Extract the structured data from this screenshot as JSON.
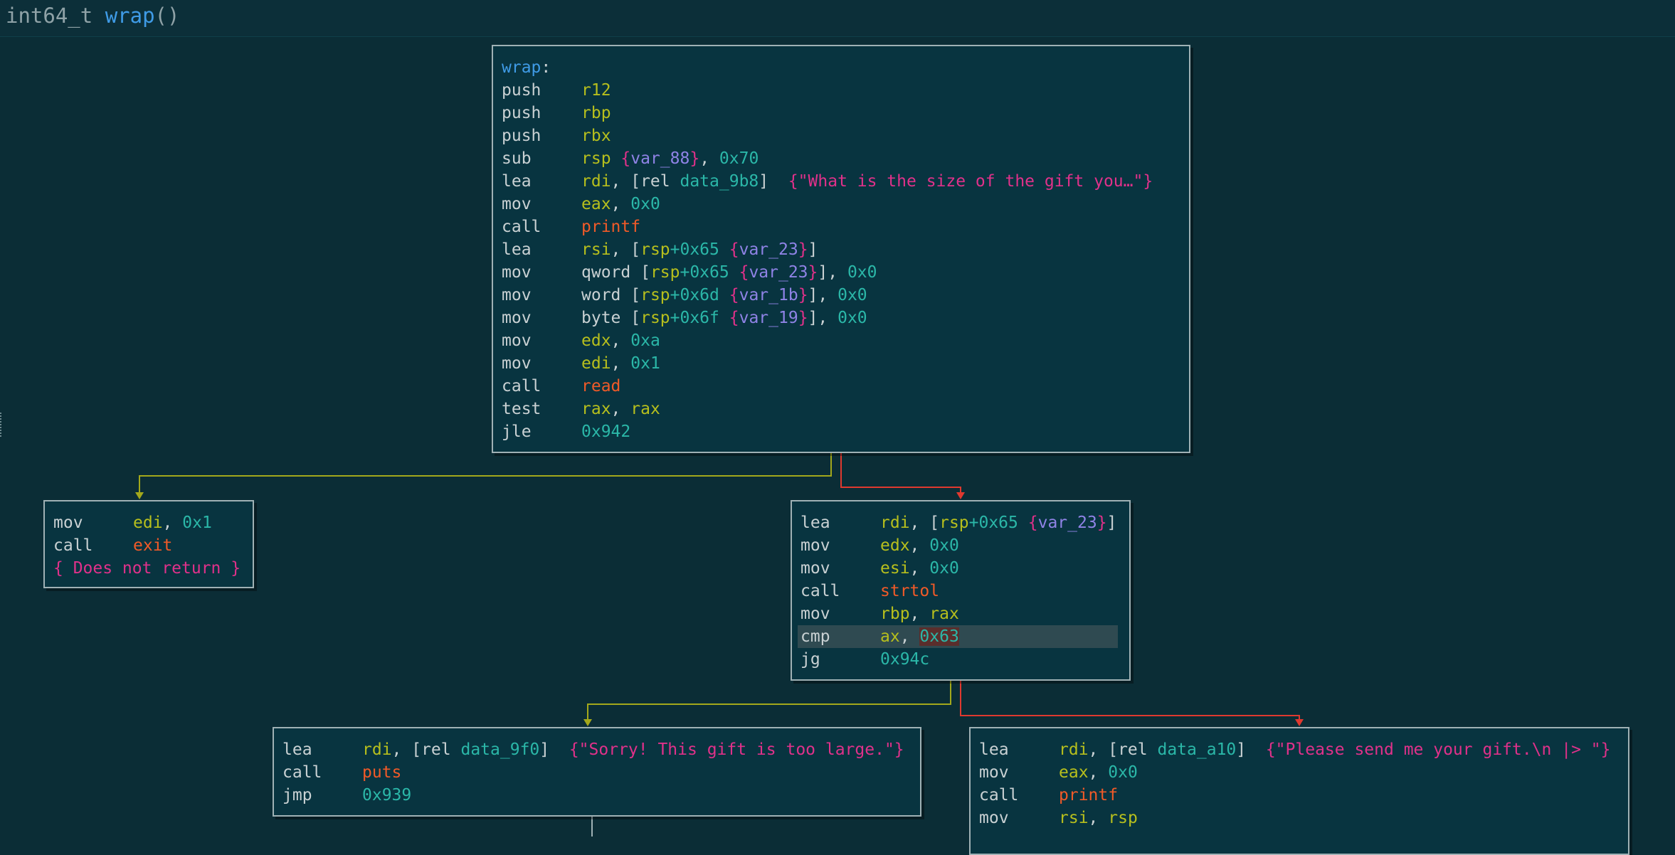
{
  "header": {
    "return_type": "int64_t",
    "function_name": "wrap",
    "parens": "()"
  },
  "blocks": {
    "entry": {
      "label": "wrap",
      "colon": ":",
      "lines": [
        {
          "mn": "push",
          "op1": "r12"
        },
        {
          "mn": "push",
          "op1": "rbp"
        },
        {
          "mn": "push",
          "op1": "rbx"
        },
        {
          "mn": "sub",
          "op1": "rsp",
          "sep": ", ",
          "imm": "0x70",
          "var": "var_88"
        },
        {
          "mn": "lea",
          "op1": "rdi",
          "mem_open": ", [rel ",
          "sym": "data_9b8",
          "mem_close": "]",
          "str": "{\"What is the size of the gift you…\"}"
        },
        {
          "mn": "mov",
          "op1": "eax",
          "sep": ", ",
          "imm": "0x0"
        },
        {
          "mn": "call",
          "fn": "printf"
        },
        {
          "mn": "lea",
          "op1": "rsi",
          "mem_open": ", [",
          "base": "rsp",
          "off": "+0x65",
          "var": "var_23",
          "mem_close": "]"
        },
        {
          "mn": "mov",
          "size": "qword [",
          "base": "rsp",
          "off": "+0x65",
          "var": "var_23",
          "mem_close": "], ",
          "imm": "0x0"
        },
        {
          "mn": "mov",
          "size": "word [",
          "base": "rsp",
          "off": "+0x6d",
          "var": "var_1b",
          "mem_close": "], ",
          "imm": "0x0"
        },
        {
          "mn": "mov",
          "size": "byte [",
          "base": "rsp",
          "off": "+0x6f",
          "var": "var_19",
          "mem_close": "], ",
          "imm": "0x0"
        },
        {
          "mn": "mov",
          "op1": "edx",
          "sep": ", ",
          "imm": "0xa"
        },
        {
          "mn": "mov",
          "op1": "edi",
          "sep": ", ",
          "imm": "0x1"
        },
        {
          "mn": "call",
          "fn": "read"
        },
        {
          "mn": "test",
          "op1": "rax",
          "sep": ", ",
          "op2": "rax"
        },
        {
          "mn": "jle",
          "imm": "0x942"
        }
      ]
    },
    "exit_block": {
      "lines": [
        {
          "mn": "mov",
          "op1": "edi",
          "sep": ", ",
          "imm": "0x1"
        },
        {
          "mn": "call",
          "fn": "exit"
        }
      ],
      "note": "{ Does not return }"
    },
    "strtol_block": {
      "lines": [
        {
          "mn": "lea",
          "op1": "rdi",
          "mem_open": ", [",
          "base": "rsp",
          "off": "+0x65",
          "var": "var_23",
          "mem_close": "]"
        },
        {
          "mn": "mov",
          "op1": "edx",
          "sep": ", ",
          "imm": "0x0"
        },
        {
          "mn": "mov",
          "op1": "esi",
          "sep": ", ",
          "imm": "0x0"
        },
        {
          "mn": "call",
          "fn": "strtol"
        },
        {
          "mn": "mov",
          "op1": "rbp",
          "sep": ", ",
          "op2": "rax"
        },
        {
          "mn": "cmp",
          "op1": "ax",
          "sep": ", ",
          "imm": "0x63",
          "highlight": true
        },
        {
          "mn": "jg",
          "imm": "0x94c"
        }
      ]
    },
    "too_large_block": {
      "lines": [
        {
          "mn": "lea",
          "op1": "rdi",
          "mem_open": ", [rel ",
          "sym": "data_9f0",
          "mem_close": "]",
          "str": "{\"Sorry! This gift is too large.\"}"
        },
        {
          "mn": "call",
          "fn": "puts"
        },
        {
          "mn": "jmp",
          "imm": "0x939"
        }
      ]
    },
    "send_gift_block": {
      "lines": [
        {
          "mn": "lea",
          "op1": "rdi",
          "mem_open": ", [rel ",
          "sym": "data_a10",
          "mem_close": "]",
          "str": "{\"Please send me your gift.\\n |> \"}"
        },
        {
          "mn": "mov",
          "op1": "eax",
          "sep": ", ",
          "imm": "0x0"
        },
        {
          "mn": "call",
          "fn": "printf"
        },
        {
          "mn": "mov",
          "op1": "rsi",
          "sep": ", ",
          "op2": "rsp"
        }
      ]
    }
  },
  "colors": {
    "background": "#0b2d36",
    "block_bg": "#083440",
    "true_edge": "#a3a81b",
    "false_edge": "#e0392f"
  }
}
